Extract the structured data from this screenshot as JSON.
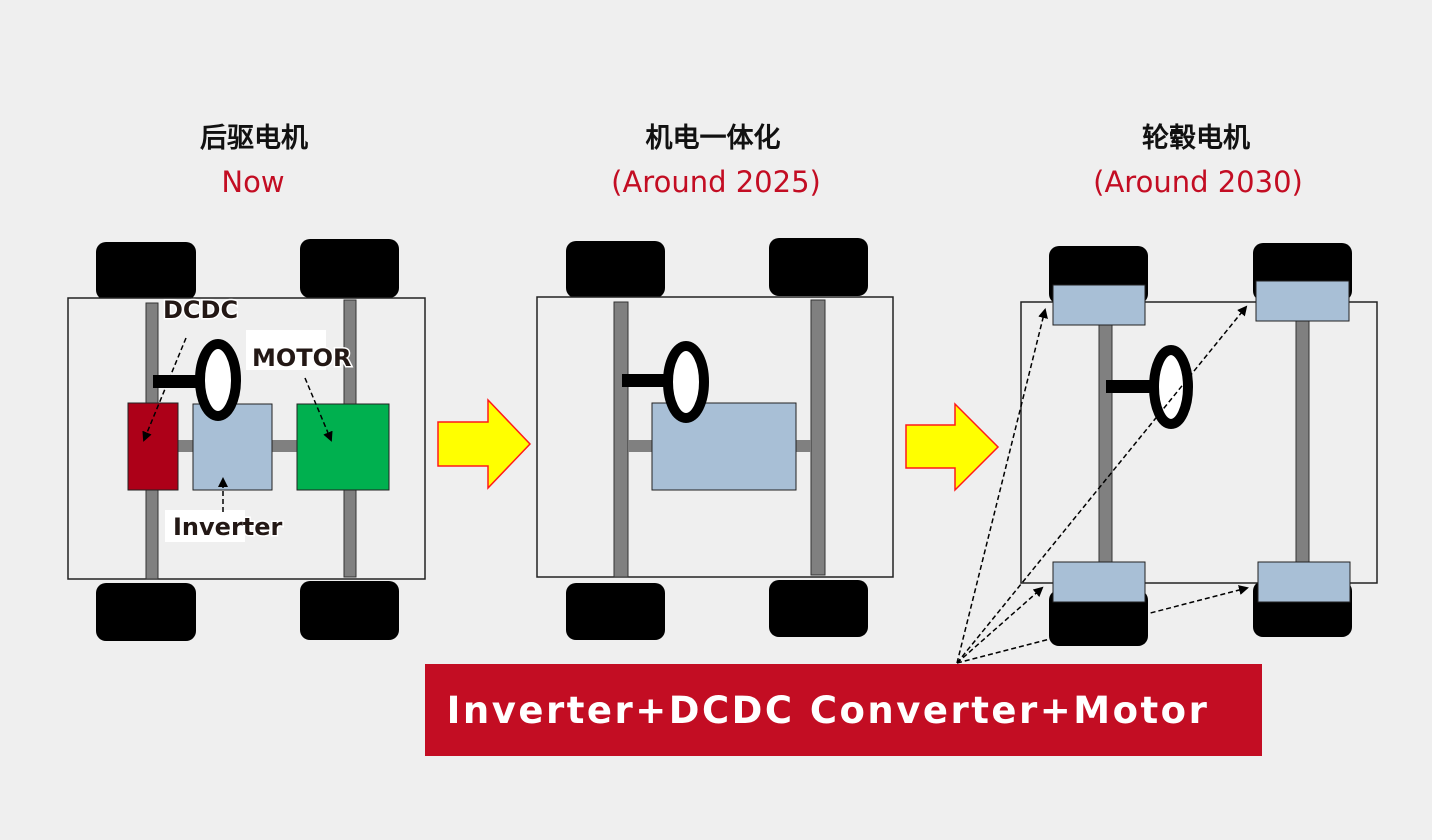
{
  "stages": [
    {
      "title": "后驱电机",
      "subtitle": "Now"
    },
    {
      "title": "机电一体化",
      "subtitle": "(Around 2025)"
    },
    {
      "title": "轮毂电机",
      "subtitle": "(Around 2030)"
    }
  ],
  "labels": {
    "dcdc": "DCDC",
    "motor": "MOTOR",
    "inverter": "Inverter"
  },
  "banner": "Inverter+DCDC Converter+Motor",
  "colors": {
    "background": "#efefef",
    "accent_red": "#c30d23",
    "dcdc": "#ad0018",
    "inverter": "#a8bfd6",
    "motor": "#00b04f",
    "arrow_fill": "#ffff00"
  }
}
